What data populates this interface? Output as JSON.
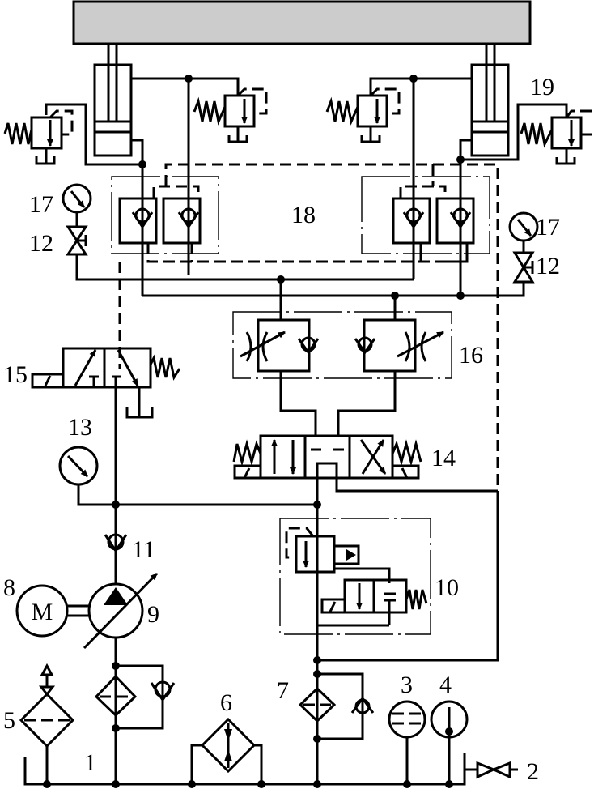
{
  "diagram": {
    "title": "",
    "colors": {
      "line": "#000000",
      "background": "#ffffff",
      "platform": "#cccccc"
    },
    "labels": {
      "tank": "1",
      "drain_valve": "2",
      "oil_level_indicator": "3",
      "thermometer": "4",
      "air_filter": "5",
      "cooler": "6",
      "return_filter": "7",
      "motor": "8",
      "motor_letter": "M",
      "pump": "9",
      "relief_unload_valve": "10",
      "pump_check_valve": "11",
      "stop_valve_left": "12",
      "stop_valve_right": "12",
      "system_pressure_gauge": "13",
      "directional_valve": "14",
      "pilot_valve": "15",
      "throttle_check_block": "16",
      "gauge_left": "17",
      "gauge_right": "17",
      "hydraulic_lock": "18",
      "cylinder_relief": "19"
    }
  }
}
